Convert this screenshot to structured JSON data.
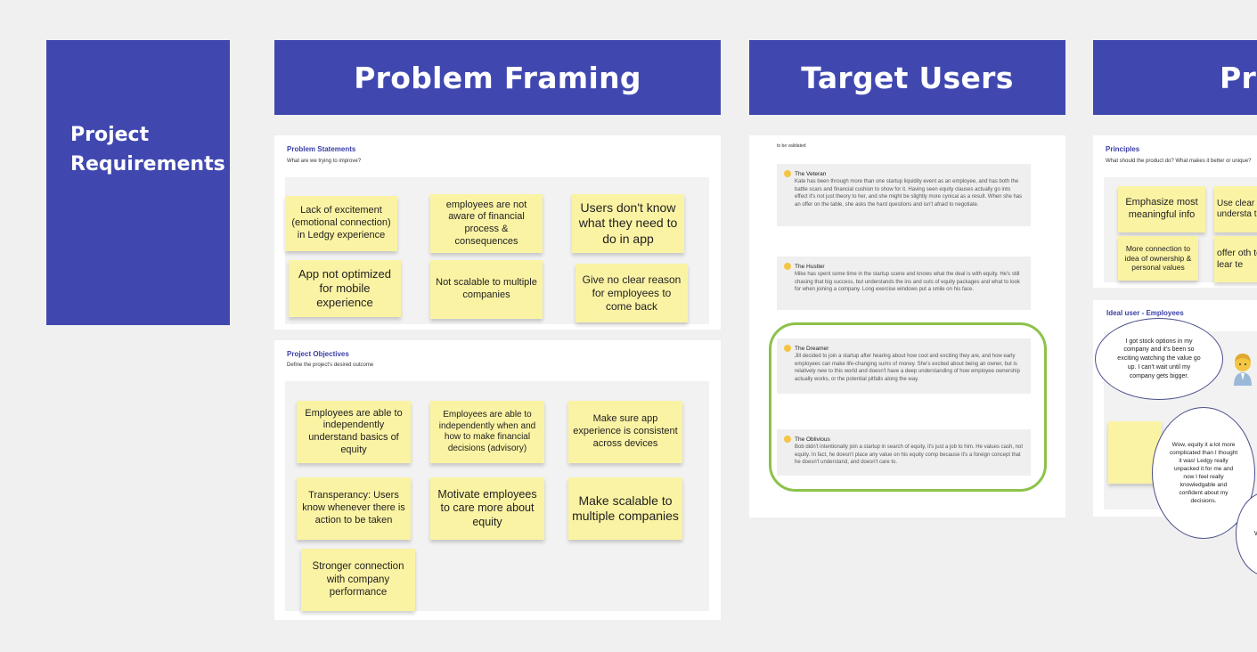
{
  "project": {
    "title_line1": "Project",
    "title_line2": "Requirements"
  },
  "headers": {
    "problem_framing": "Problem Framing",
    "target_users": "Target Users",
    "partial": "Pro"
  },
  "problem_statements": {
    "title": "Problem Statements",
    "subtitle": "What are we trying to improve?",
    "notes": [
      "Lack of excitement (emotional connection) in Ledgy experience",
      "employees are not aware of financial process & consequences",
      "Users don't know what they need to do in app",
      "App not optimized for mobile experience",
      "Not scalable to multiple companies",
      "Give no clear reason for employees to come back"
    ]
  },
  "project_objectives": {
    "title": "Project Objectives",
    "subtitle": "Define the project's desired outcome",
    "notes": [
      "Employees are able to independently understand basics of equity",
      "Employees are able to independently when and how to make financial decisions (advisory)",
      "Make sure app experience is consistent across devices",
      "Transperancy: Users know whenever there is action to be taken",
      "Motivate employees to care more about equity",
      "Make scalable to multiple companies",
      "Stronger connection with company performance"
    ]
  },
  "target_users": {
    "note": "to be validated",
    "personas": [
      {
        "name": "The Veteran",
        "desc": "Kate has been through more than one startup liquidity event as an employee, and has both the battle scars and financial cushion to show for it. Having seen equity clauses actually go into effect it's not just theory to her, and she might be slightly more cynical as a result. When she has an offer on the table, she asks the hard questions and isn't afraid to negotiate."
      },
      {
        "name": "The Hustler",
        "desc": "Mike has spent some time in the startup scene and knows what the deal is with equity. He's still chasing that big success, but understands the ins and outs of equity packages and what to look for when joining a company. Long exercise windows put a smile on his face."
      },
      {
        "name": "The Dreamer",
        "desc": "Jill decided to join a startup after hearing about how cool and exciting they are, and how early employees can make life-changing sums of money. She's excited about being an owner, but is relatively new to this world and doesn't have a deep understanding of how employee ownership actually works, or the potential pitfalls along the way."
      },
      {
        "name": "The Oblivious",
        "desc": "Bob didn't intentionally join a startup in search of equity, it's just a job to him. He values cash, not equity. In fact, he doesn't place any value on his equity comp because it's a foreign concept that he doesn't understand, and doesn't care to."
      }
    ]
  },
  "principles": {
    "title": "Principles",
    "subtitle": "What should the product do? What makes it better or unique?",
    "notes": [
      "Emphasize most meaningful info",
      "Use clear understa the",
      "More connection to idea of ownership & personal values",
      "offer oth to lear te"
    ]
  },
  "ideal_user": {
    "title": "Ideal user - Employees",
    "bubbles": [
      "I got stock options in my company and it's been so exciting watching the value go up. I can't wait until my company gets bigger.",
      "Wow, equity it a lot more complicated than I thought it was! Ledgy really unpacked it for me and now I feel really knowledgable and confident about my decisions.",
      "W h co fu fi"
    ]
  },
  "colors": {
    "header": "#4048b0",
    "sticky": "#fbf3a4",
    "highlight_oval": "#8dc24a"
  },
  "icons": [
    "person-avatar-icon",
    "face-emoji-icon"
  ]
}
